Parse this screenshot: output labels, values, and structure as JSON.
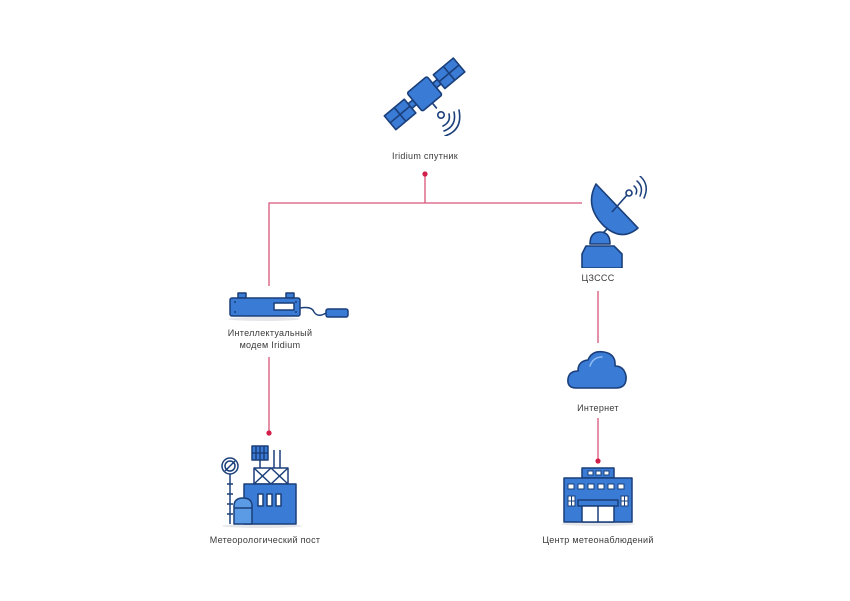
{
  "diagram": {
    "title": "",
    "colors": {
      "icon_fill": "#3a7bd5",
      "icon_fill_light": "#5b9be6",
      "icon_outline": "#1a3f7a",
      "connector": "#d21f4a",
      "connector_light": "#e58ca4",
      "label": "#3a3a3a"
    },
    "nodes": [
      {
        "id": "satellite",
        "label": "Iridium спутник",
        "icon": "satellite-icon"
      },
      {
        "id": "ground-station",
        "label": "ЦЗССС",
        "icon": "satellite-dish-icon"
      },
      {
        "id": "modem",
        "label_line1": "Интеллектуальный",
        "label_line2": "модем Iridium",
        "icon": "modem-icon"
      },
      {
        "id": "weather-post",
        "label": "Метеорологический пост",
        "icon": "weather-station-icon"
      },
      {
        "id": "internet",
        "label": "Интернет",
        "icon": "cloud-icon"
      },
      {
        "id": "weather-center",
        "label": "Центр метеонаблюдений",
        "icon": "office-building-icon"
      }
    ],
    "edges": [
      {
        "from": "satellite",
        "to": "modem"
      },
      {
        "from": "satellite",
        "to": "ground-station"
      },
      {
        "from": "modem",
        "to": "weather-post"
      },
      {
        "from": "ground-station",
        "to": "internet"
      },
      {
        "from": "internet",
        "to": "weather-center"
      }
    ]
  }
}
